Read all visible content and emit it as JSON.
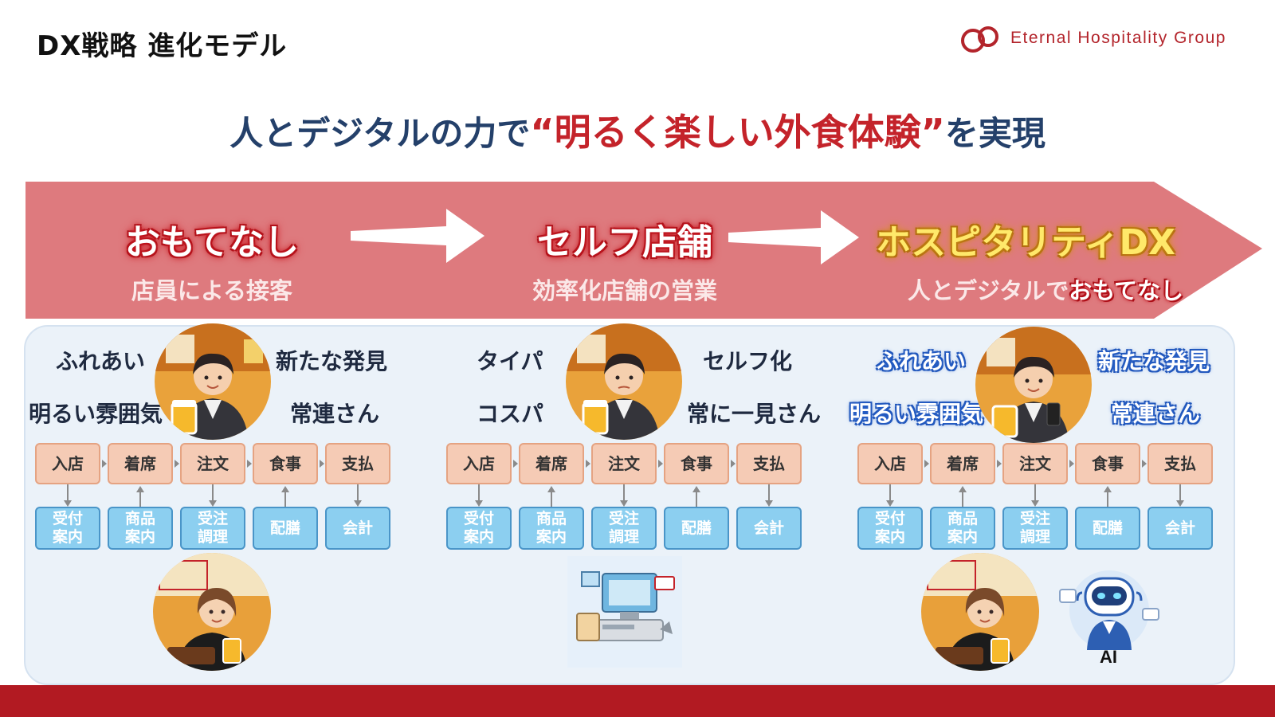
{
  "slide": {
    "title": "DX戦略 進化モデル",
    "brand": "Eternal Hospitality Group",
    "headline": {
      "before": "人とデジタルの力で",
      "quote_open": "“",
      "emphasis": "明るく楽しい外食体験",
      "quote_close": "”",
      "after": "を実現"
    }
  },
  "stages": [
    {
      "title": "おもてなし",
      "subtitle": "店員による接客",
      "features": [
        "ふれあい",
        "新たな発見",
        "明るい雰囲気",
        "常連さん"
      ],
      "process": [
        "入店",
        "着席",
        "注文",
        "食事",
        "支払"
      ],
      "subprocess": [
        "受付案内",
        "商品案内",
        "受注調理",
        "配膳",
        "会計"
      ]
    },
    {
      "title": "セルフ店舗",
      "subtitle": "効率化店舗の営業",
      "features": [
        "タイパ",
        "セルフ化",
        "コスパ",
        "常に一見さん"
      ],
      "process": [
        "入店",
        "着席",
        "注文",
        "食事",
        "支払"
      ],
      "subprocess": [
        "受付案内",
        "商品案内",
        "受注調理",
        "配膳",
        "会計"
      ]
    },
    {
      "title": "ホスピタリティDX",
      "subtitle_plain": "人とデジタルで",
      "subtitle_em": "おもてなし",
      "features": [
        "ふれあい",
        "新たな発見",
        "明るい雰囲気",
        "常連さん"
      ],
      "process": [
        "入店",
        "着席",
        "注文",
        "食事",
        "支払"
      ],
      "subprocess": [
        "受付案内",
        "商品案内",
        "受注調理",
        "配膳",
        "会計"
      ],
      "ai_label": "AI"
    }
  ],
  "colors": {
    "band": "#de7a7e",
    "accent_red": "#c4232a",
    "headline_navy": "#24406a",
    "process_box": "#f5cbb5",
    "subprocess_box": "#8ccff0",
    "panel_bg": "#ebf2f9",
    "bottom_bar": "#b21a22"
  },
  "icons": [
    "logo-rings-icon",
    "chevron-arrow-icon",
    "customer-avatar-icon",
    "staff-avatar-icon",
    "pos-register-icon",
    "ai-robot-icon"
  ]
}
